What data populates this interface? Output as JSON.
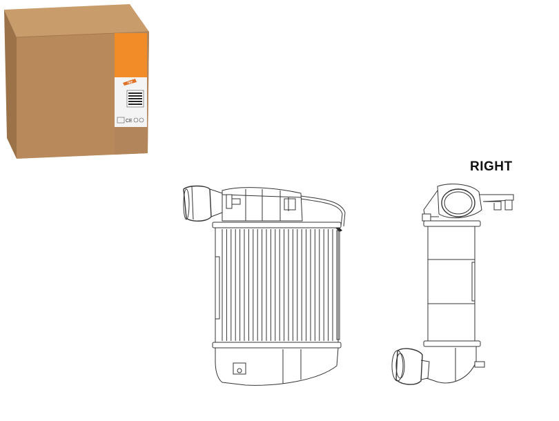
{
  "package": {
    "image_name": "cardboard-box-with-label",
    "label_color": "#f28c28",
    "box_color": "#b98a5b"
  },
  "drawings": {
    "front_view": "intercooler-front-view",
    "side_view": "intercooler-side-view",
    "side_label": "RIGHT"
  }
}
